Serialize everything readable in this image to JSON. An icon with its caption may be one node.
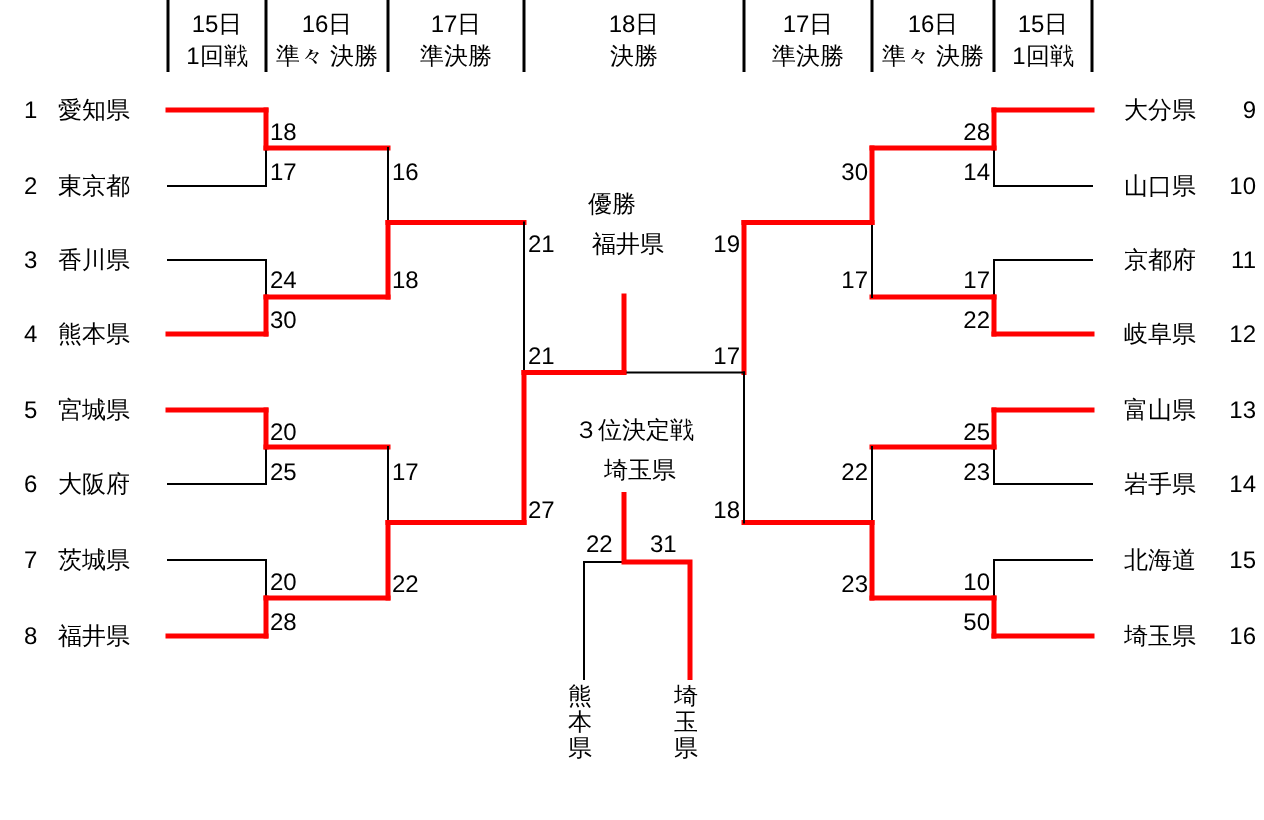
{
  "diagram": {
    "nodes": [
      {
        "text": [
          "1",
          "愛知県"
        ]
      },
      {
        "text": [
          "2",
          "東京都"
        ]
      },
      {
        "text": [
          "3",
          "香川県"
        ]
      },
      {
        "text": [
          "4",
          "熊本県"
        ]
      },
      {
        "text": [
          "5",
          "宮城県"
        ]
      },
      {
        "text": [
          "6",
          "大阪府"
        ]
      },
      {
        "text": [
          "7",
          "茨城県"
        ]
      },
      {
        "text": [
          "8",
          "福井県"
        ]
      },
      {
        "text": [
          "大分県",
          "9"
        ]
      },
      {
        "text": [
          "山口県",
          "10"
        ]
      },
      {
        "text": [
          "京都府",
          "11"
        ]
      },
      {
        "text": [
          "岐阜県",
          "12"
        ]
      },
      {
        "text": [
          "富山県",
          "13"
        ]
      },
      {
        "text": [
          "岩手県",
          "14"
        ]
      },
      {
        "text": [
          "北海道",
          "15"
        ]
      },
      {
        "text": [
          "埼玉県",
          "16"
        ]
      },
      {
        "text": [
          "優勝",
          "福井県"
        ]
      },
      {
        "text": [
          "３位決定戦",
          "埼玉県"
        ]
      },
      {
        "text": [
          "熊本県"
        ]
      },
      {
        "text": [
          "埼玉県"
        ]
      }
    ],
    "edges": [
      {
        "from": 18,
        "to": 17,
        "arrow": "none"
      },
      {
        "from": 19,
        "to": 17,
        "arrow": "none",
        "style": "thick",
        "color": "#ff0000"
      }
    ],
    "labels": [
      "15日",
      "16日",
      "17日",
      "18日",
      "17日",
      "16日",
      "15日",
      "1回戦",
      "準々 決勝",
      "準決勝",
      "決勝",
      "準決勝",
      "準々 決勝",
      "1回戦",
      "18",
      "28",
      "17",
      "16",
      "30",
      "14",
      "21",
      "19",
      "24",
      "18",
      "17",
      "17",
      "30",
      "22",
      "21",
      "17",
      "20",
      "25",
      "25",
      "17",
      "22",
      "23",
      "27",
      "18",
      "22",
      "31",
      "20",
      "22",
      "23",
      "10",
      "28",
      "50"
    ]
  }
}
